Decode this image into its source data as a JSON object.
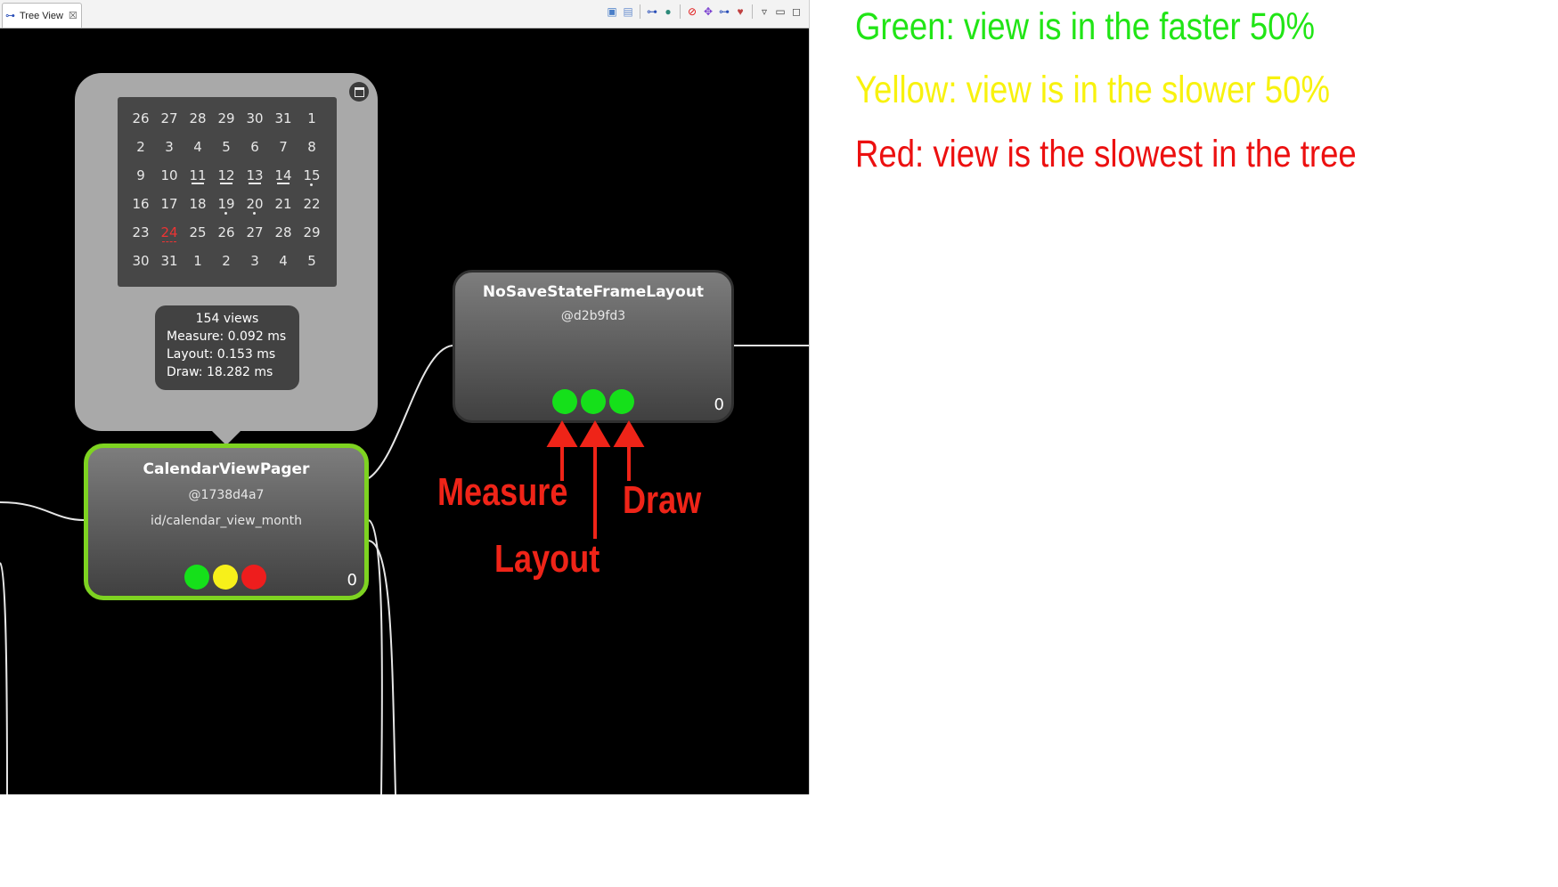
{
  "tab": {
    "icon": "tree-view-icon",
    "label": "Tree View",
    "close_icon": "close-icon"
  },
  "toolbar": {
    "icons": [
      "save-png-icon",
      "capture-layers-icon",
      "load-view-hierarchy-icon",
      "display-view-icon",
      "invalidate-layout-icon",
      "request-layout-icon",
      "dump-display-list-icon",
      "profile-nodes-icon",
      "view-menu-icon",
      "minimize-icon",
      "maximize-icon"
    ]
  },
  "tooltip": {
    "maximize_icon": "maximize-icon",
    "calendar": [
      [
        {
          "d": "26"
        },
        {
          "d": "27"
        },
        {
          "d": "28"
        },
        {
          "d": "29"
        },
        {
          "d": "30"
        },
        {
          "d": "31"
        },
        {
          "d": "1"
        }
      ],
      [
        {
          "d": "2"
        },
        {
          "d": "3"
        },
        {
          "d": "4"
        },
        {
          "d": "5"
        },
        {
          "d": "6"
        },
        {
          "d": "7"
        },
        {
          "d": "8"
        }
      ],
      [
        {
          "d": "9"
        },
        {
          "d": "10"
        },
        {
          "d": "11",
          "m": "u"
        },
        {
          "d": "12",
          "m": "u"
        },
        {
          "d": "13",
          "m": "u"
        },
        {
          "d": "14",
          "m": "u"
        },
        {
          "d": "15",
          "m": "dot"
        }
      ],
      [
        {
          "d": "16"
        },
        {
          "d": "17"
        },
        {
          "d": "18"
        },
        {
          "d": "19",
          "m": "dot"
        },
        {
          "d": "20",
          "m": "dot"
        },
        {
          "d": "21"
        },
        {
          "d": "22"
        }
      ],
      [
        {
          "d": "23"
        },
        {
          "d": "24",
          "m": "today"
        },
        {
          "d": "25"
        },
        {
          "d": "26"
        },
        {
          "d": "27"
        },
        {
          "d": "28"
        },
        {
          "d": "29"
        }
      ],
      [
        {
          "d": "30"
        },
        {
          "d": "31"
        },
        {
          "d": "1"
        },
        {
          "d": "2"
        },
        {
          "d": "3"
        },
        {
          "d": "4"
        },
        {
          "d": "5"
        }
      ]
    ],
    "stats": {
      "views": "154 views",
      "measure": "Measure: 0.092 ms",
      "layout": "Layout: 0.153 ms",
      "draw": "Draw: 18.282 ms"
    }
  },
  "nodes": {
    "calendar_view_pager": {
      "title": "CalendarViewPager",
      "hash": "@1738d4a7",
      "id": "id/calendar_view_month",
      "count": "0",
      "indicators": [
        "#15e01a",
        "#f7f01a",
        "#ee1d1d"
      ]
    },
    "no_save_state": {
      "title": "NoSaveStateFrameLayout",
      "hash": "@d2b9fd3",
      "count": "0",
      "indicators": [
        "#15e01a",
        "#15e01a",
        "#15e01a"
      ]
    }
  },
  "legend": {
    "green": "Green: view is in the faster 50%",
    "yellow": "Yellow: view is in the slower 50%",
    "red": "Red: view is the slowest in the tree"
  },
  "annotations": {
    "measure": "Measure",
    "layout": "Layout",
    "draw": "Draw"
  },
  "colors": {
    "accent_border": "#7ed321",
    "annotation": "#ef2418"
  }
}
